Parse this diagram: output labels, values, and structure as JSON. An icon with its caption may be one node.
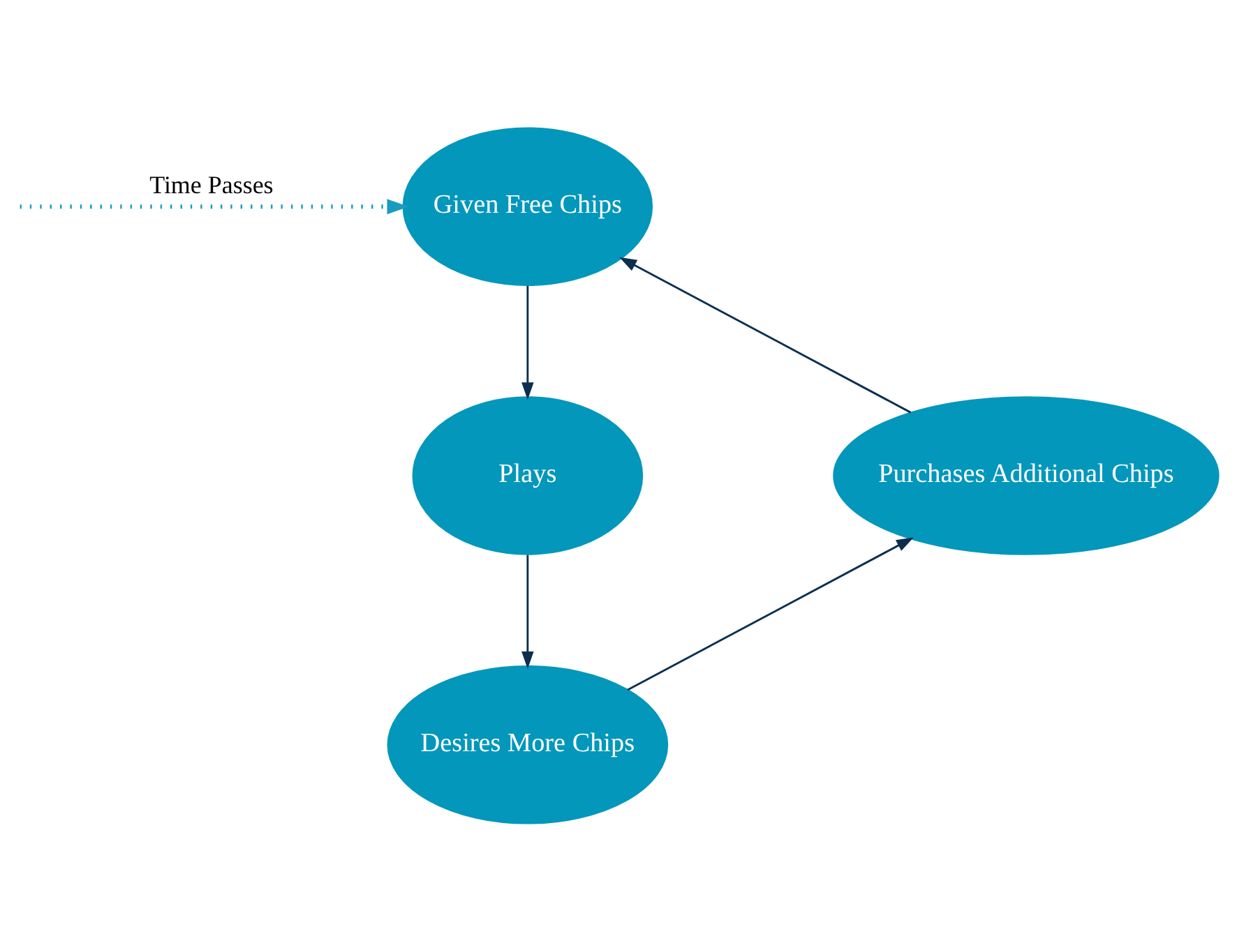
{
  "diagram": {
    "nodes": [
      {
        "text": [
          "Given Free Chips"
        ]
      },
      {
        "text": [
          "Plays"
        ]
      },
      {
        "text": [
          "Desires More Chips"
        ]
      },
      {
        "text": [
          "Purchases Additional Chips"
        ]
      }
    ],
    "edges": [
      {
        "from": 0,
        "to": 1,
        "arrow": "to"
      },
      {
        "from": 1,
        "to": 2,
        "arrow": "to"
      },
      {
        "from": 2,
        "to": 3,
        "arrow": "to"
      },
      {
        "from": 3,
        "to": 0,
        "arrow": "to"
      },
      {
        "from": null,
        "to": 0,
        "arrow": "to",
        "label": "Time Passes",
        "style": "dashed",
        "color": "#1a9bbf"
      }
    ]
  }
}
